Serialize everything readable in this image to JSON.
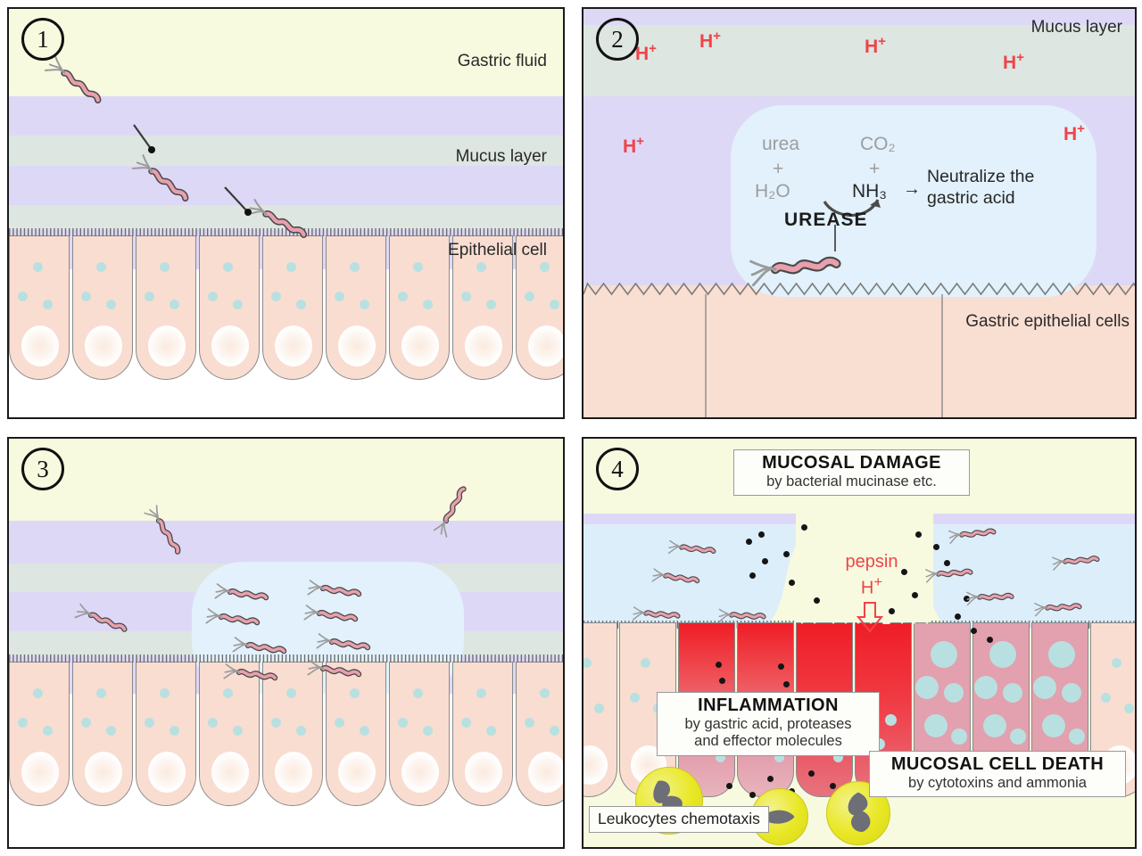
{
  "figure": {
    "title": "Helicobacter pylori pathogenesis in gastric mucosa",
    "panel_count": 4
  },
  "colors": {
    "gastric_fluid": "#f7fadf",
    "mucus_lavender": "#ded8f7",
    "mucus_grey": "#dde6e1",
    "epithelial_pink": "#f9ddd1",
    "ammonia_cloud": "#e2f1fb",
    "bacteria_body": "#e8a0ad",
    "acid_red": "#f1434a",
    "damage_red": "#ef1d26",
    "dying_cell_pink": "#e3a0ae",
    "vesicle_blue": "#b9e0e0",
    "leukocyte_yellow": "#e9e826",
    "leukocyte_nucleus": "#6e6e76",
    "outline": "#8a8a8a"
  },
  "panel1": {
    "number": "1",
    "labels": {
      "gastric_fluid": "Gastric fluid",
      "mucus_layer": "Mucus layer",
      "epithelial_cell": "Epithelial cell"
    },
    "caption_meaning": "H. pylori swims from gastric fluid through the mucus layer toward the epithelium",
    "bacteria_count": 3,
    "motion_arrows": 2,
    "epithelial_cell_count": 9
  },
  "panel2": {
    "number": "2",
    "labels": {
      "mucus_layer": "Mucus layer",
      "gastric_epithelial_cells": "Gastric epithelial cells"
    },
    "reaction": {
      "substrate_1": "urea",
      "plus_1": "+",
      "substrate_2": "H₂O",
      "product_1": "CO₂",
      "plus_2": "+",
      "product_2": "NH₃",
      "enzyme": "UREASE",
      "outcome_line_1": "Neutralize the",
      "outcome_line_2": "gastric acid",
      "arrow": "→"
    },
    "proton_label": "H",
    "proton_superscript": "+",
    "proton_count": 6,
    "bacteria_count": 1
  },
  "panel3": {
    "number": "3",
    "caption_meaning": "H. pylori multiplies in a protective ammonia cloud at the epithelial surface",
    "colony_bacteria_count": 8,
    "free_bacteria_count": 3,
    "epithelial_cell_count": 9
  },
  "panel4": {
    "number": "4",
    "boxes": [
      {
        "id": "mucosal-damage",
        "title": "MUCOSAL DAMAGE",
        "subtitle": "by bacterial mucinase etc."
      },
      {
        "id": "inflammation",
        "title": "INFLAMMATION",
        "subtitle_line_1": "by gastric acid, proteases",
        "subtitle_line_2": "and effector molecules"
      },
      {
        "id": "mucosal-cell-death",
        "title": "MUCOSAL CELL DEATH",
        "subtitle": "by cytotoxins and ammonia"
      }
    ],
    "leukocyte_label": "Leukocytes chemotaxis",
    "acid_label": {
      "line_1": "pepsin",
      "line_2": "H",
      "superscript": "+",
      "arrow_glyph": "⇩"
    },
    "leukocyte_count": 3,
    "bacteria_count": 9,
    "inflamed_cell_count": 4,
    "dying_cell_count": 4
  }
}
